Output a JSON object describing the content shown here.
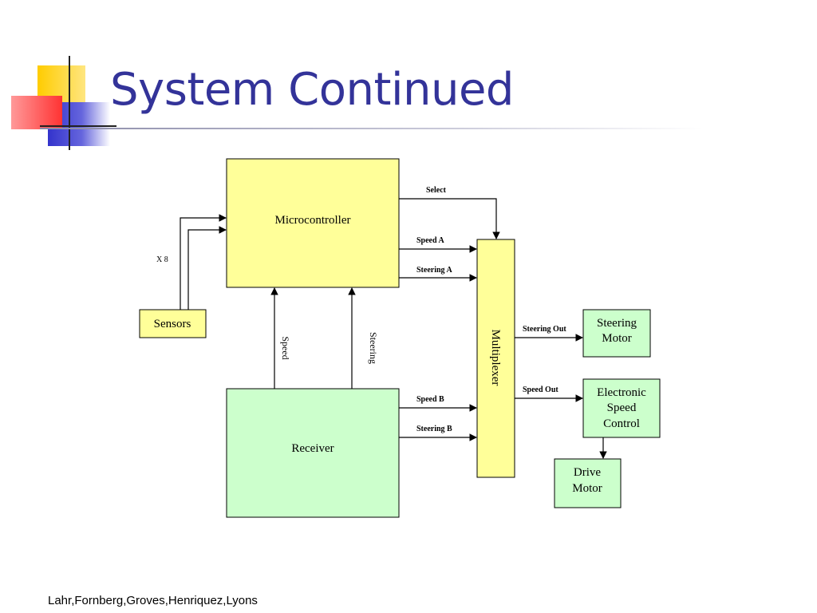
{
  "slide": {
    "title": "System Continued",
    "footer": "Lahr,Fornberg,Groves,Henriquez,Lyons"
  },
  "colors": {
    "title": "#333399",
    "yellow_box": "#FFFF99",
    "green_box": "#CCFFCC",
    "deco_yellow": "#FFCC00",
    "deco_red": "#FF3333",
    "deco_blue": "#3333CC"
  },
  "diagram": {
    "nodes": {
      "microcontroller": "Microcontroller",
      "sensors": "Sensors",
      "receiver": "Receiver",
      "multiplexer": "Multiplexer",
      "steering_motor": [
        "Steering",
        "Motor"
      ],
      "esc": [
        "Electronic",
        "Speed",
        "Control"
      ],
      "drive_motor": [
        "Drive",
        "Motor"
      ]
    },
    "edge_labels": {
      "select": "Select",
      "speed_a": "Speed A",
      "steering_a": "Steering A",
      "speed_b": "Speed B",
      "steering_b": "Steering B",
      "steering_out": "Steering Out",
      "speed_out": "Speed Out",
      "x8": "X 8",
      "speed_vertical": "Speed",
      "steering_vertical": "Steering"
    }
  }
}
